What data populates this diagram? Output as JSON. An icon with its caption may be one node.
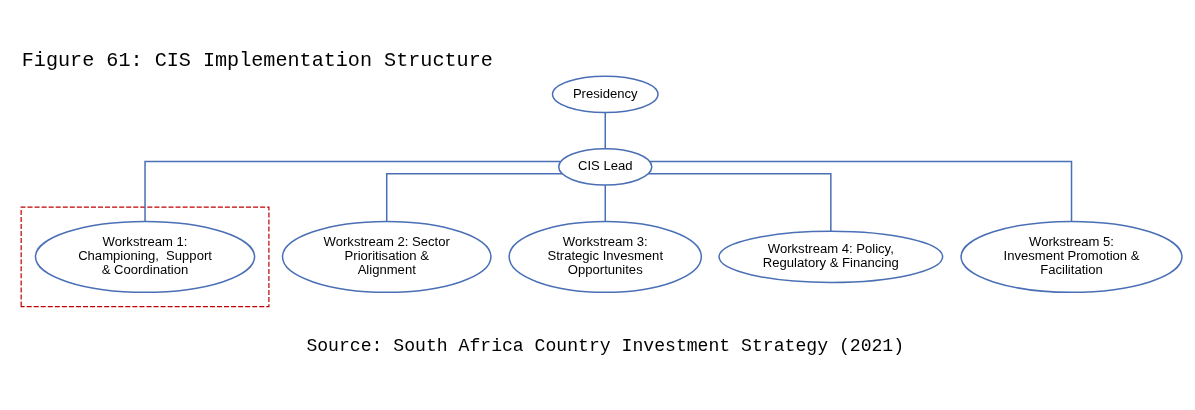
{
  "diagram": {
    "title": "Figure 61: CIS Implementation Structure",
    "caption": "Source: South Africa Country Investment Strategy (2021)",
    "nodes": [
      {
        "text": [
          "Presidency"
        ]
      },
      {
        "text": [
          "CIS Lead"
        ]
      },
      {
        "text": [],
        "shape": "box"
      },
      {
        "text": [
          "Workstream 1: Championing,  Support & Coordination"
        ],
        "in": 2
      },
      {
        "text": [
          "Workstream 2: Sector Prioritisation & Alignment"
        ]
      },
      {
        "text": [
          "Workstream 3: Strategic Invesment Opportunites"
        ]
      },
      {
        "text": [
          "Workstream 4: Policy, Regulatory & Financing"
        ]
      },
      {
        "text": [
          "Workstream 5: Invesment Promotion & Facilitation"
        ]
      }
    ],
    "edges": [
      {
        "from": 0,
        "to": 1,
        "arrow": "none"
      },
      {
        "from": 1,
        "to": 3,
        "arrow": "none"
      },
      {
        "from": 1,
        "to": 4,
        "arrow": "none"
      },
      {
        "from": 1,
        "to": 5,
        "arrow": "none"
      },
      {
        "from": 1,
        "to": 6,
        "arrow": "none"
      },
      {
        "from": 1,
        "to": 7,
        "arrow": "none"
      }
    ]
  }
}
